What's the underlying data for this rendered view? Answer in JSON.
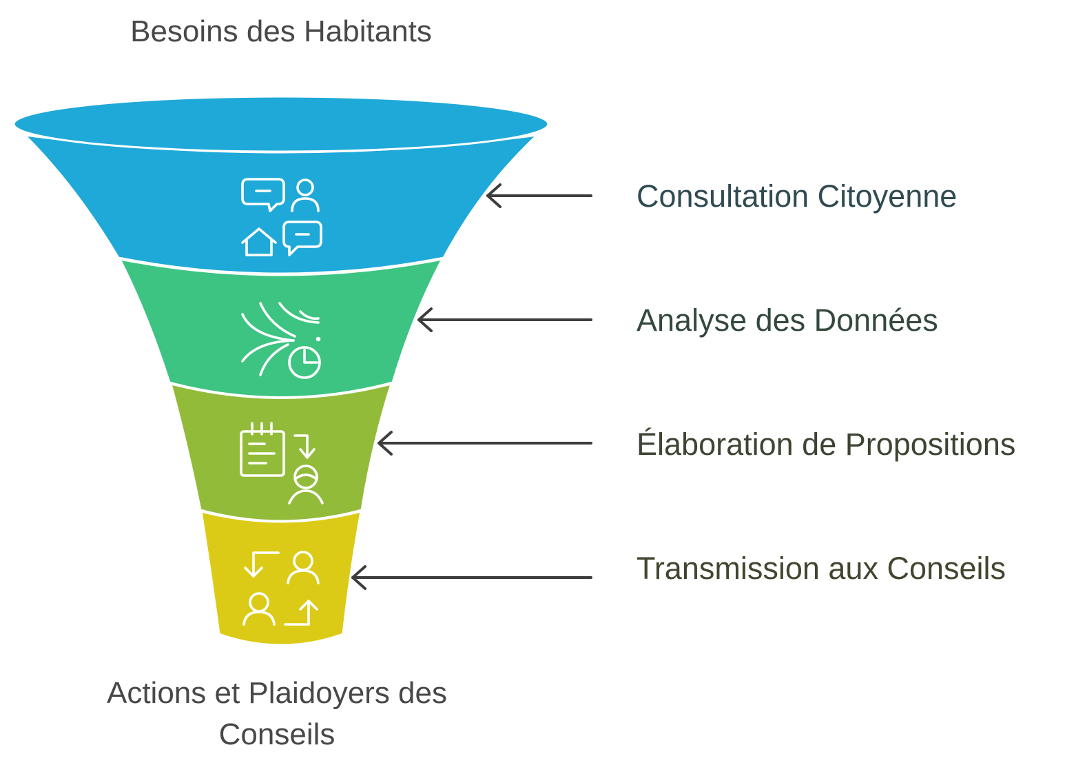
{
  "top_label": "Besoins des Habitants",
  "bottom_label": {
    "line1": "Actions et Plaidoyers des",
    "line2": "Conseils"
  },
  "stages": [
    {
      "label": "Consultation Citoyenne",
      "color": "#1fa9d8",
      "text_color": "#304a52",
      "icon": "consultation-icon"
    },
    {
      "label": "Analyse des Données",
      "color": "#3ec482",
      "text_color": "#34483d",
      "icon": "data-analysis-icon"
    },
    {
      "label": "Élaboration de Propositions",
      "color": "#92bb3a",
      "text_color": "#3d4432",
      "icon": "proposal-document-icon"
    },
    {
      "label": "Transmission aux Conseils",
      "color": "#dccb16",
      "text_color": "#44452f",
      "icon": "transmission-exchange-icon"
    }
  ]
}
